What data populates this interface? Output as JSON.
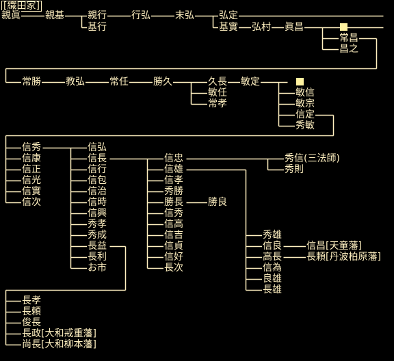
{
  "title": "[織田家]",
  "line_color": "#fff0c0",
  "marker_color": "#fff2a0",
  "background_color": "#000000",
  "persons": {
    "p1": "親眞",
    "p2": "親基",
    "p3": "親行",
    "p4": "基行",
    "p5": "行弘",
    "p6": "末弘",
    "p7": "弘定",
    "p8": "基實",
    "p9": "弘村",
    "p10": "眞昌",
    "p11": "常昌",
    "p12": "昌之",
    "p13": "常勝",
    "p14": "教弘",
    "p15": "常任",
    "p16": "勝久",
    "p17": "久長",
    "p18": "敏任",
    "p19": "常孝",
    "p20": "敏定",
    "p21": "敏信",
    "p22": "敏宗",
    "p23": "信定",
    "p24": "秀敏",
    "p25": "信秀",
    "p26": "信康",
    "p27": "信正",
    "p28": "信光",
    "p29": "信實",
    "p30": "信次",
    "p31": "信弘",
    "p32": "信長",
    "p33": "信行",
    "p34": "信包",
    "p35": "信治",
    "p36": "信時",
    "p37": "信興",
    "p38": "秀孝",
    "p39": "秀成",
    "p40": "長益",
    "p41": "長利",
    "p42": "お市",
    "p43": "信忠",
    "p44": "信雄",
    "p45": "信孝",
    "p46": "秀勝",
    "p47": "勝長",
    "p48": "信秀",
    "p49": "信高",
    "p50": "信吉",
    "p51": "信貞",
    "p52": "信好",
    "p53": "長次",
    "p54": "勝良",
    "p55": "秀信(三法師)",
    "p56": "秀則",
    "p57": "秀雄",
    "p58": "信良",
    "p59": "高長",
    "p60": "信為",
    "p61": "良雄",
    "p62": "長雄",
    "p63": "信昌[天童藩]",
    "p64": "長頼[丹波柏原藩]",
    "p65": "長孝",
    "p66": "長頼",
    "p67": "俊長",
    "p68": "長政[大和戒重藩]",
    "p69": "尚長[大和柳本藩]"
  }
}
